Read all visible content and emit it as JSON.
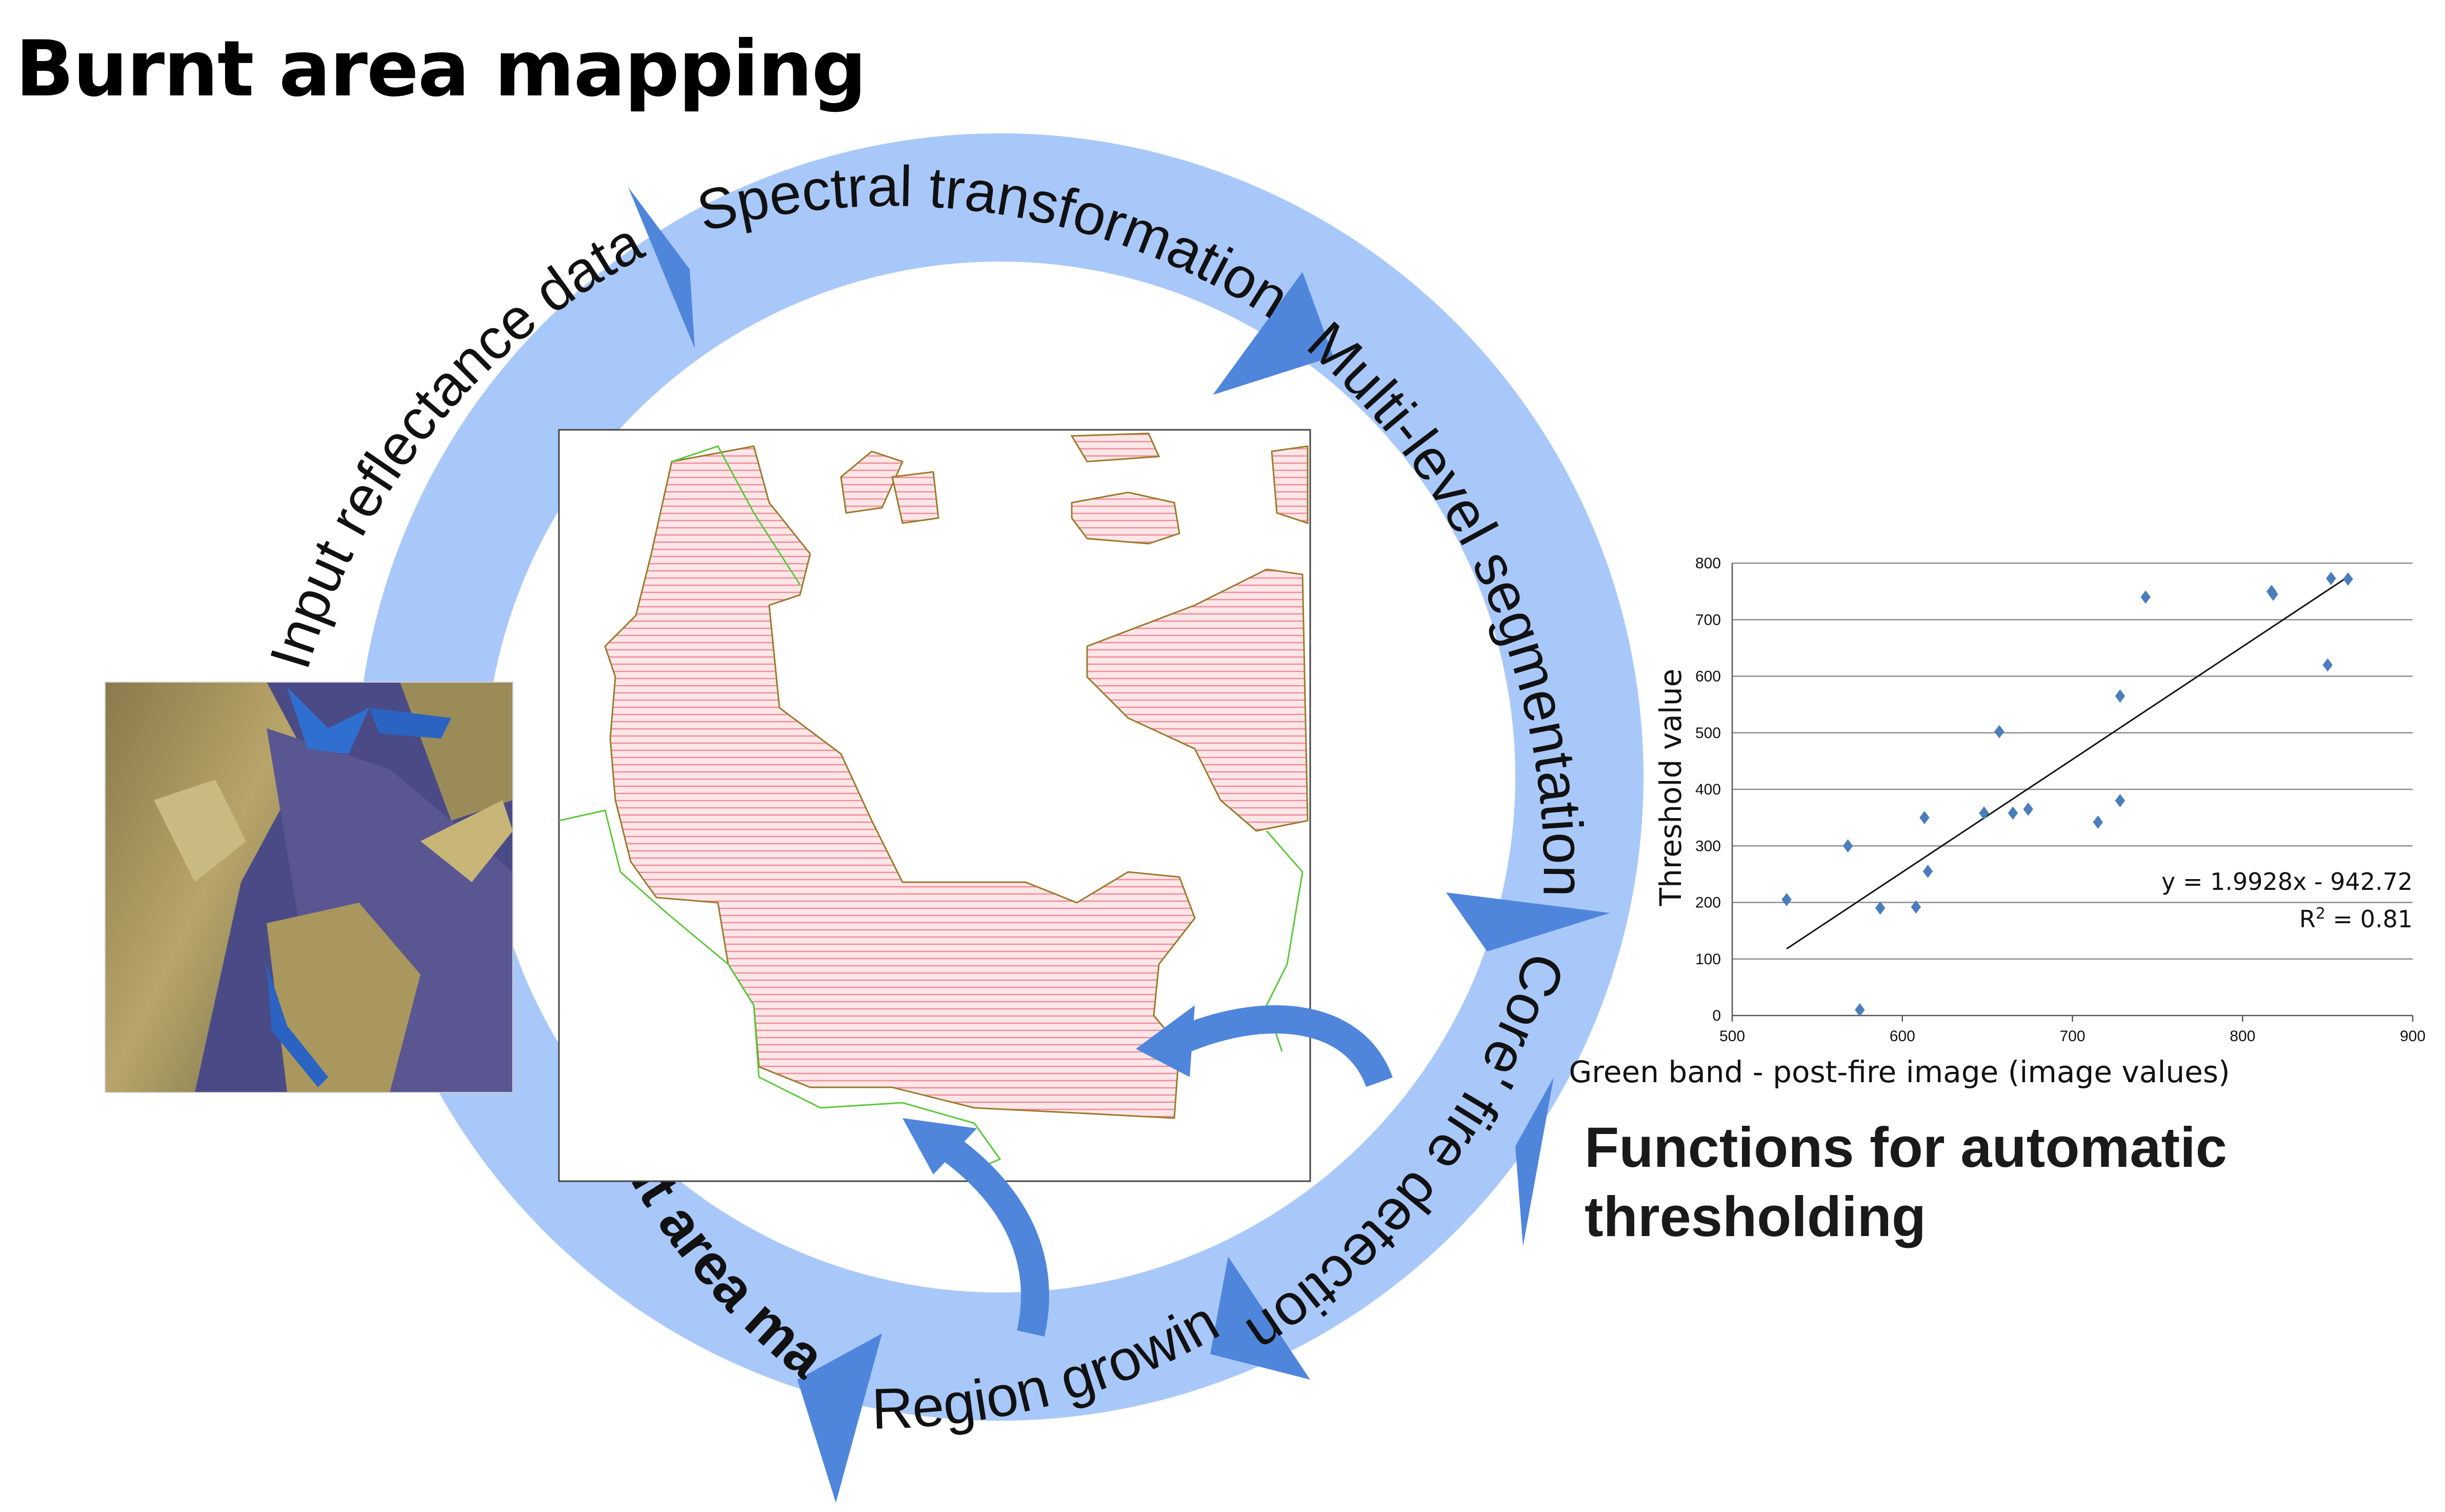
{
  "title": "Burnt area mapping",
  "cycle": {
    "ring_color": "#a9c8fa",
    "arrow_color": "#4f86dc",
    "steps": [
      {
        "label": "Input reflectance data",
        "bold": false
      },
      {
        "label": "Spectral transformation",
        "bold": false
      },
      {
        "label": "Multi-level segmentation",
        "bold": false
      },
      {
        "label": "'Core' fire detection",
        "bold": false
      },
      {
        "label": "Region growin",
        "bold": false
      },
      {
        "label": "Burnt area map",
        "bold": true
      }
    ]
  },
  "side_label": {
    "line1": "Functions for automatic",
    "line2": "thresholding"
  },
  "chart_data": {
    "type": "scatter",
    "xlabel": "Green band - post-fire image (image values)",
    "ylabel": "Threshold value",
    "xlim": [
      500,
      900
    ],
    "ylim": [
      0,
      800
    ],
    "xticks": [
      500,
      600,
      700,
      800,
      900
    ],
    "yticks": [
      0,
      100,
      200,
      300,
      400,
      500,
      600,
      700,
      800
    ],
    "grid": "horizontal",
    "marker_color": "#4a7ebb",
    "points": [
      {
        "x": 532,
        "y": 205
      },
      {
        "x": 568,
        "y": 300
      },
      {
        "x": 575,
        "y": 10
      },
      {
        "x": 587,
        "y": 190
      },
      {
        "x": 608,
        "y": 192
      },
      {
        "x": 613,
        "y": 350
      },
      {
        "x": 615,
        "y": 255
      },
      {
        "x": 648,
        "y": 358
      },
      {
        "x": 657,
        "y": 502
      },
      {
        "x": 665,
        "y": 358
      },
      {
        "x": 674,
        "y": 365
      },
      {
        "x": 715,
        "y": 342
      },
      {
        "x": 728,
        "y": 380
      },
      {
        "x": 728,
        "y": 565
      },
      {
        "x": 743,
        "y": 740
      },
      {
        "x": 817,
        "y": 750
      },
      {
        "x": 818,
        "y": 745
      },
      {
        "x": 850,
        "y": 620
      },
      {
        "x": 852,
        "y": 773
      },
      {
        "x": 862,
        "y": 772
      }
    ],
    "trendline": {
      "x": [
        532,
        862
      ],
      "y": [
        118,
        776
      ]
    },
    "equation": "y = 1.9928x - 942.72",
    "r2_prefix": "R",
    "r2_sup": "2",
    "r2_suffix": " = 0.81"
  }
}
